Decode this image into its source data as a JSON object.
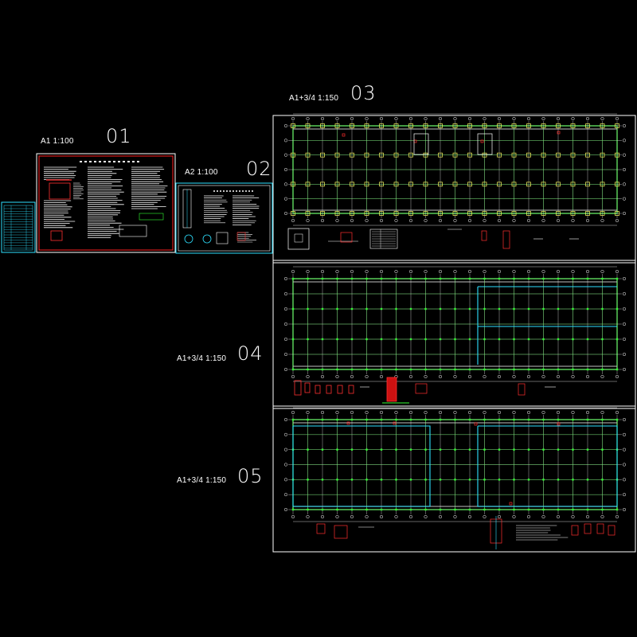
{
  "sheets": [
    {
      "id": "01",
      "scale": "A1  1:100"
    },
    {
      "id": "02",
      "scale": "A2  1:100"
    },
    {
      "id": "03",
      "scale": "A1+3/4  1:150"
    },
    {
      "id": "04",
      "scale": "A1+3/4  1:150"
    },
    {
      "id": "05",
      "scale": "A1+3/4  1:150"
    }
  ],
  "colors": {
    "background": "#000000",
    "border_white": "#ffffff",
    "border_red": "#ff2020",
    "border_cyan": "#2ee0ff",
    "grid_green": "#33ff33",
    "text_white": "#ffffff",
    "accent_red": "#ff3030"
  }
}
